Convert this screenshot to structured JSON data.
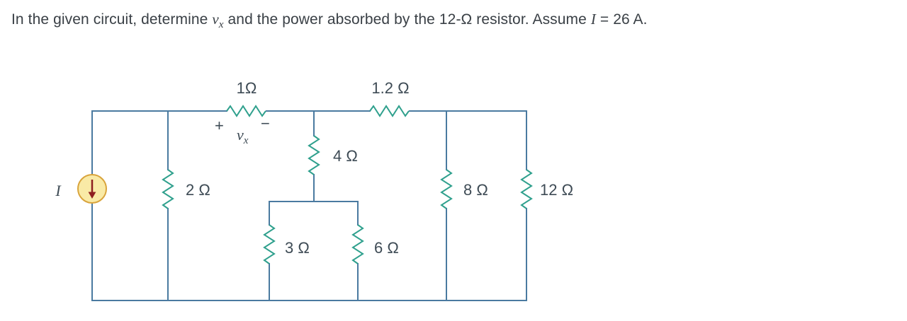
{
  "title": {
    "part1": "In the given circuit, determine ",
    "var1": "v",
    "var1_sub": "x",
    "part2": " and the power absorbed by the 12-Ω resistor. Assume ",
    "var2": "I",
    "part3": " = 26 A."
  },
  "circuit": {
    "source_label": "I",
    "labels": {
      "r1": "1Ω",
      "r1p2": "1.2 Ω",
      "r2": "2 Ω",
      "r3": "3 Ω",
      "r4": "4 Ω",
      "r6": "6 Ω",
      "r8": "8 Ω",
      "r12": "12 Ω"
    },
    "vx": {
      "plus": "+",
      "v": "v",
      "sub": "x",
      "minus": "−"
    },
    "colors": {
      "wire": "#4a7aa0",
      "resistor": "#2fa08d",
      "source_fill": "#f9eaa6",
      "source_stroke": "#d9a43c",
      "arrow": "#8e1f1f",
      "text": "#3e4b55"
    }
  }
}
